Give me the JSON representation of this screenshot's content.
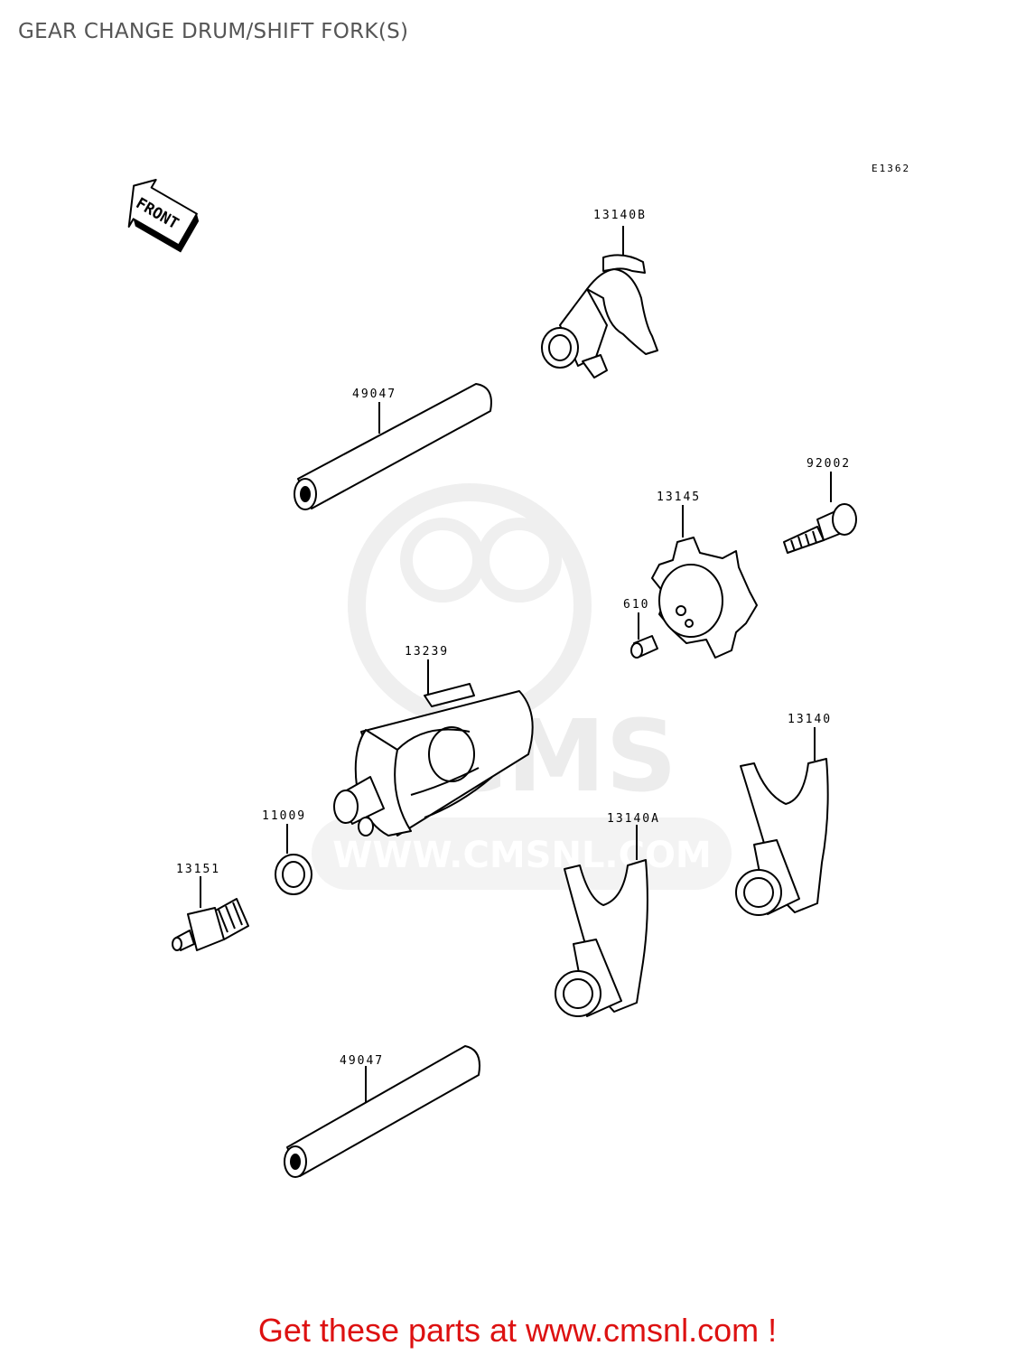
{
  "page": {
    "title": "GEAR CHANGE DRUM/SHIFT FORK(S)"
  },
  "diagram": {
    "reference_code": "E1362",
    "front_arrow_label": "FRONT",
    "watermark": {
      "brand": "CMS",
      "url": "WWW.CMSNL.COM"
    },
    "parts": [
      {
        "id": "13140B",
        "label": "13140B"
      },
      {
        "id": "49047-upper",
        "label": "49047"
      },
      {
        "id": "92002",
        "label": "92002"
      },
      {
        "id": "13145",
        "label": "13145"
      },
      {
        "id": "610",
        "label": "610"
      },
      {
        "id": "13239",
        "label": "13239"
      },
      {
        "id": "13140",
        "label": "13140"
      },
      {
        "id": "11009",
        "label": "11009"
      },
      {
        "id": "13140A",
        "label": "13140A"
      },
      {
        "id": "13151",
        "label": "13151"
      },
      {
        "id": "49047-lower",
        "label": "49047"
      }
    ]
  },
  "footer": {
    "cta": "Get these parts at www.cmsnl.com !"
  }
}
